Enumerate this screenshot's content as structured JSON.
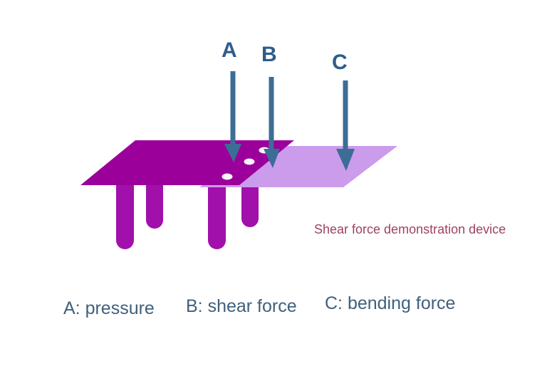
{
  "diagram": {
    "title": "Shear force demonstration device",
    "caption": "Shear force demonstration device",
    "arrows": [
      {
        "label": "A",
        "meaning": "pressure"
      },
      {
        "label": "B",
        "meaning": "shear force"
      },
      {
        "label": "C",
        "meaning": "bending force"
      }
    ],
    "legend": [
      "A: pressure",
      "B: shear force",
      "C: bending force"
    ],
    "colors": {
      "background": "#ffffff",
      "dark_plate": "#9b009b",
      "light_plate": "#cb9bec",
      "table_leg": "#a110ab",
      "hole": "#f8f2fb",
      "arrow": "#3c6d96",
      "arrow_label": "#2e5c8c",
      "caption_text": "#9c4263",
      "legend_text": "#40607c"
    }
  }
}
